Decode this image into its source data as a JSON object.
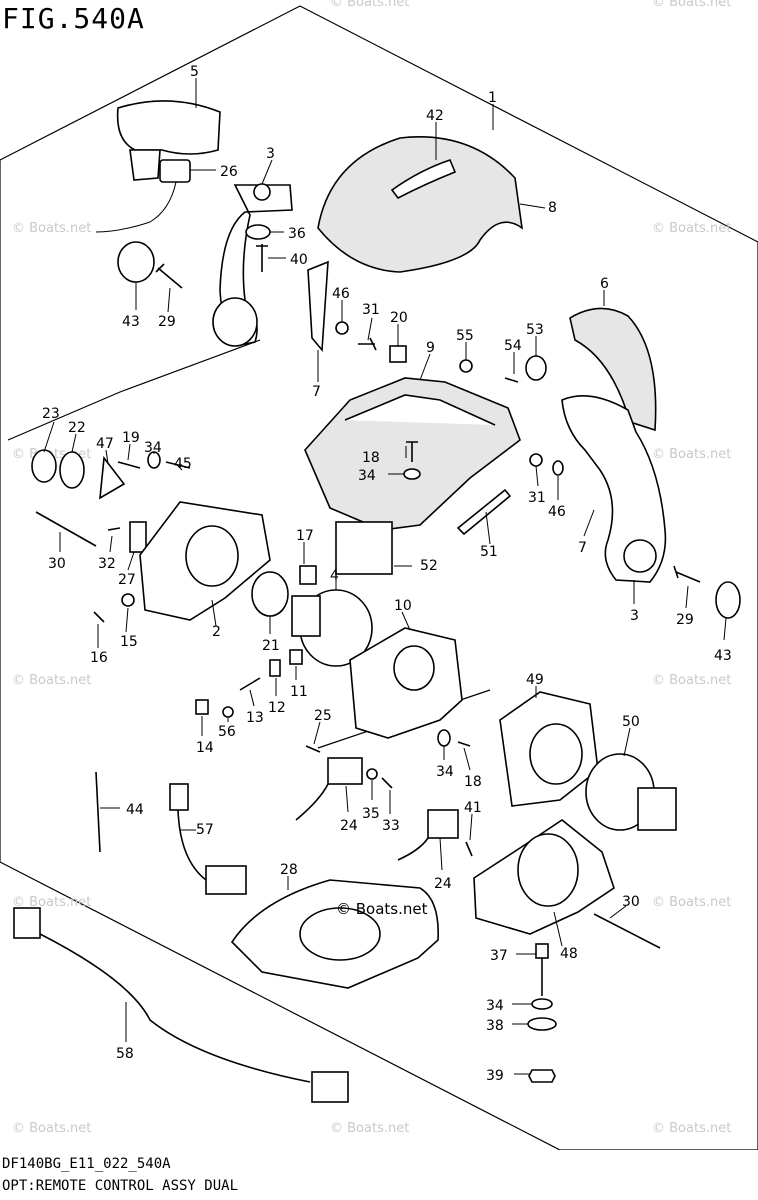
{
  "figure": {
    "title": "FIG.540A",
    "code": "DF140BG_E11_022_540A",
    "caption": "OPT:REMOTE CONTROL ASSY DUAL"
  },
  "watermark": "© Boats.net",
  "part_labels": [
    "1",
    "2",
    "3",
    "3",
    "4",
    "5",
    "6",
    "7",
    "7",
    "8",
    "9",
    "10",
    "11",
    "12",
    "13",
    "14",
    "15",
    "16",
    "17",
    "18",
    "18",
    "19",
    "20",
    "21",
    "22",
    "23",
    "24",
    "24",
    "25",
    "26",
    "27",
    "28",
    "29",
    "29",
    "30",
    "30",
    "31",
    "31",
    "32",
    "33",
    "34",
    "34",
    "34",
    "34",
    "35",
    "36",
    "37",
    "38",
    "39",
    "40",
    "41",
    "42",
    "43",
    "43",
    "44",
    "45",
    "46",
    "46",
    "47",
    "48",
    "49",
    "50",
    "51",
    "52",
    "53",
    "54",
    "55",
    "56",
    "57",
    "58"
  ]
}
